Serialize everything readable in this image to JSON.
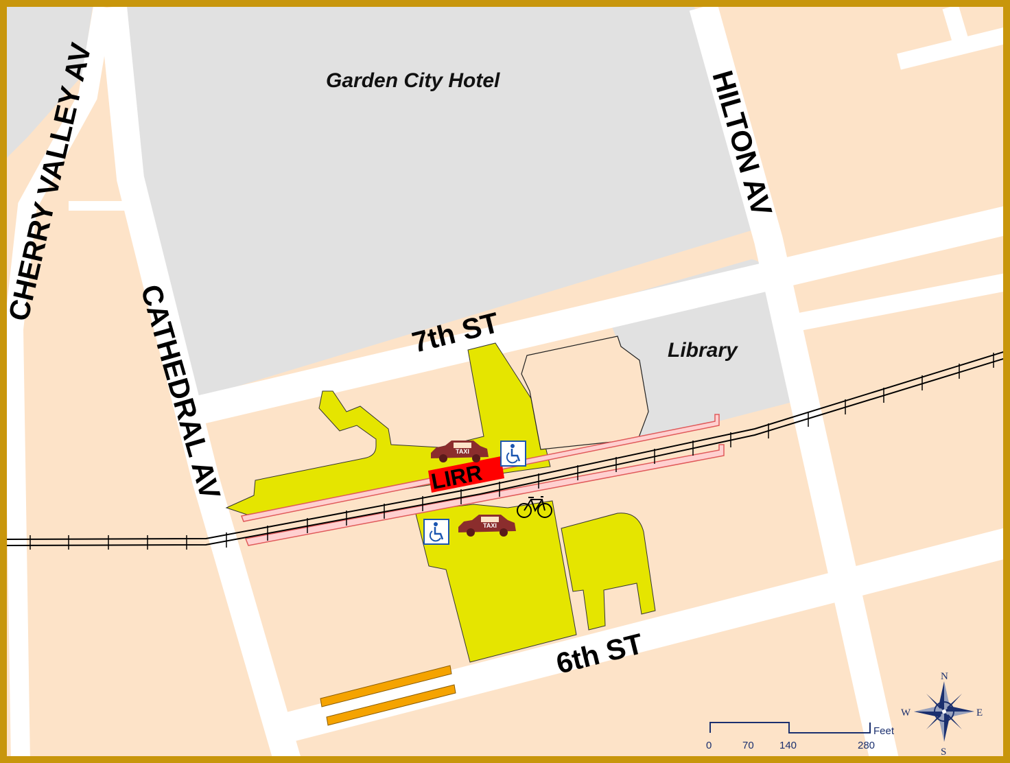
{
  "map": {
    "places": {
      "hotel": "Garden City Hotel",
      "library": "Library",
      "station": "LIRR"
    },
    "streets": {
      "cherry_valley": "CHERRY VALLEY AV",
      "cathedral": "CATHEDRAL AV",
      "hilton": "HILTON AV",
      "seventh": "7th ST",
      "sixth": "6th ST"
    },
    "icons": {
      "taxi_text": "TAXI",
      "taxi_icon": "taxi-icon",
      "accessible_icon": "wheelchair-icon",
      "bike_icon": "bicycle-icon",
      "compass_icon": "compass-rose-icon"
    },
    "scale_bar": {
      "ticks": [
        "0",
        "70",
        "140",
        "280"
      ],
      "unit": "Feet"
    },
    "compass": {
      "n": "N",
      "s": "S",
      "e": "E",
      "w": "W"
    },
    "colors": {
      "land": "#fde3c8",
      "road": "#ffffff",
      "building": "#e1e1e1",
      "parking": "#e5e500",
      "platform": "#ff9a9a",
      "station": "#ff0000",
      "frame": "#c8960c",
      "bus_stop": "#f5a300",
      "taxi": "#8b2d2d",
      "accessible": "#1a55b0",
      "compass": "#1a2f6e"
    }
  }
}
